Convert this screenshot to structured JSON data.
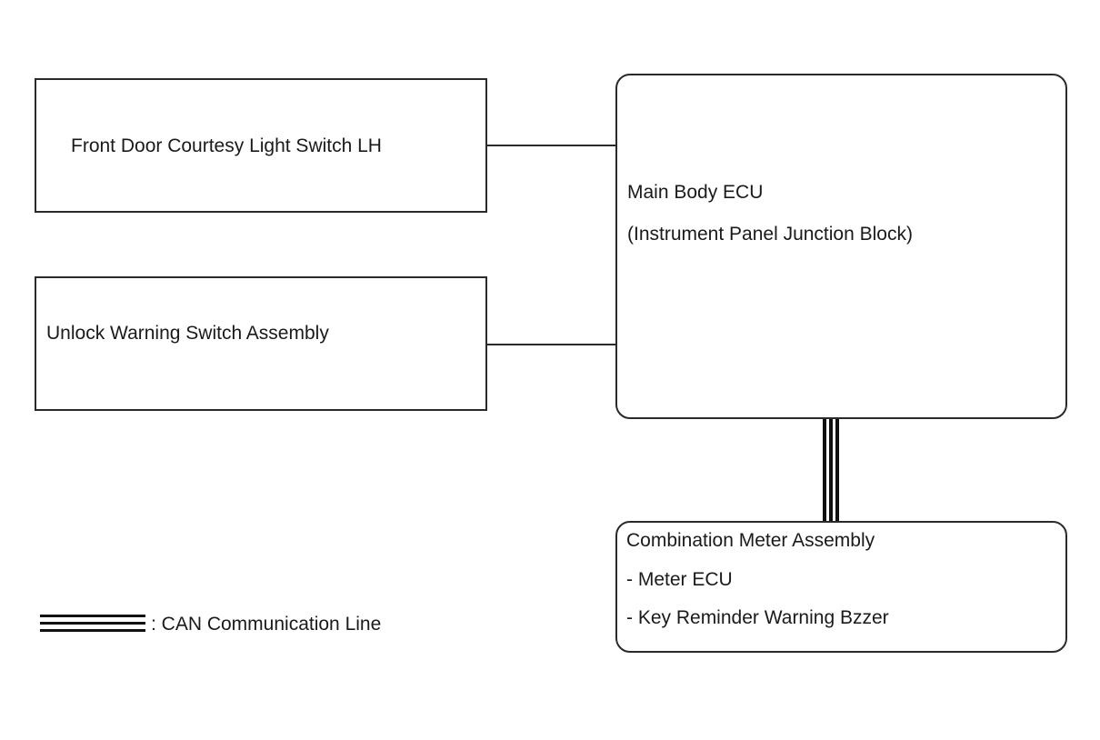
{
  "nodes": {
    "front_door_switch": {
      "label": "Front Door Courtesy Light Switch LH"
    },
    "unlock_warning_switch": {
      "label": "Unlock Warning Switch Assembly"
    },
    "main_body_ecu": {
      "label": "Main Body ECU",
      "sublabel": "(Instrument Panel Junction Block)"
    },
    "combination_meter": {
      "label": "Combination Meter Assembly",
      "items": [
        "- Meter ECU",
        "- Key Reminder Warning Bzzer"
      ]
    }
  },
  "connections": [
    {
      "from": "front_door_switch",
      "to": "main_body_ecu",
      "kind": "wire"
    },
    {
      "from": "unlock_warning_switch",
      "to": "main_body_ecu",
      "kind": "wire"
    },
    {
      "from": "main_body_ecu",
      "to": "combination_meter",
      "kind": "CAN"
    }
  ],
  "legend": {
    "can_line": {
      "label": ": CAN Communication Line"
    }
  }
}
